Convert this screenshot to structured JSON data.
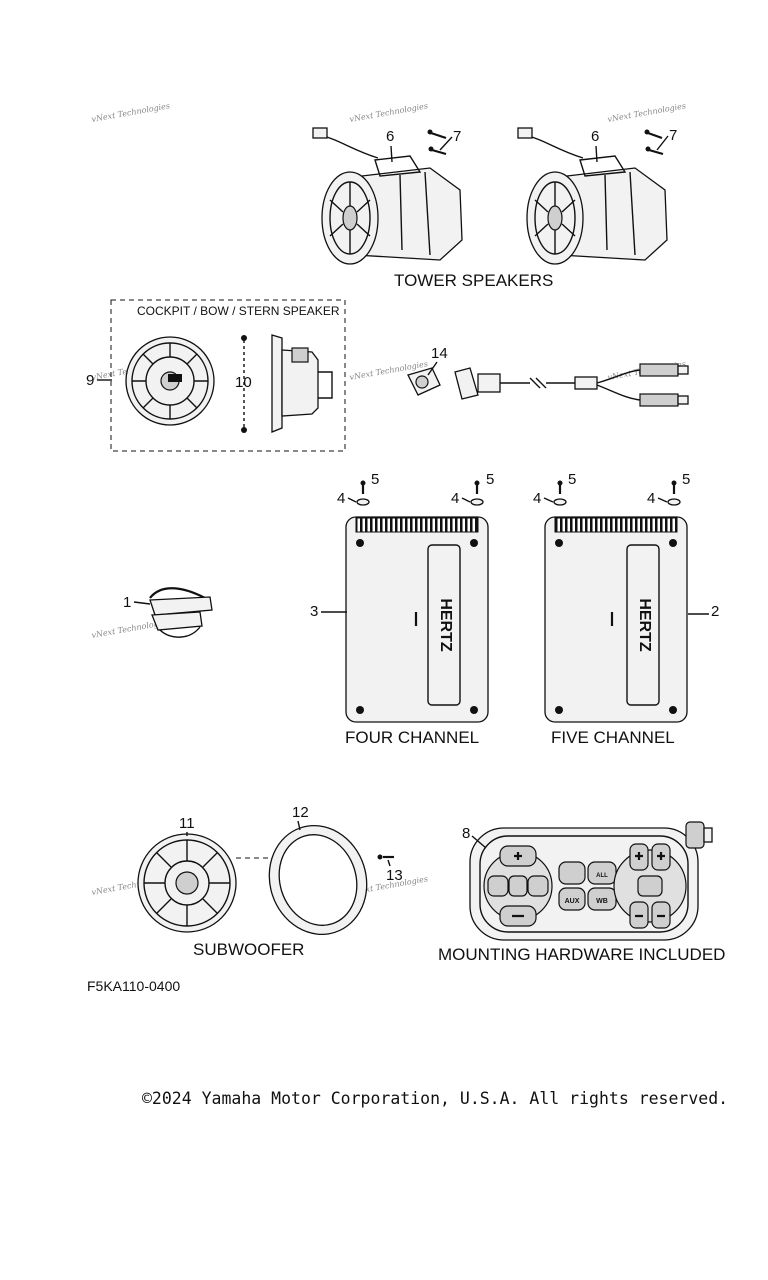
{
  "captions": {
    "tower_speakers": "TOWER SPEAKERS",
    "cockpit_box": "COCKPIT / BOW / STERN SPEAKER",
    "four_channel": "FOUR CHANNEL",
    "five_channel": "FIVE CHANNEL",
    "subwoofer": "SUBWOOFER",
    "mounting_hardware": "MOUNTING HARDWARE INCLUDED"
  },
  "callouts": {
    "c1": "1",
    "c2": "2",
    "c3": "3",
    "c4a": "4",
    "c4b": "4",
    "c4c": "4",
    "c4d": "4",
    "c5a": "5",
    "c5b": "5",
    "c5c": "5",
    "c5d": "5",
    "c6a": "6",
    "c6b": "6",
    "c7a": "7",
    "c7b": "7",
    "c8": "8",
    "c9": "9",
    "c10": "10",
    "c11": "11",
    "c12": "12",
    "c13": "13",
    "c14": "14"
  },
  "amplifier_brand": "HERTZ",
  "remote_buttons": {
    "aux": "AUX",
    "wb": "WB",
    "mode": "ALL"
  },
  "reference_code": "F5KA110-0400",
  "watermark": "vNext Technologies",
  "copyright": "©2024 Yamaha Motor Corporation, U.S.A. All rights reserved."
}
